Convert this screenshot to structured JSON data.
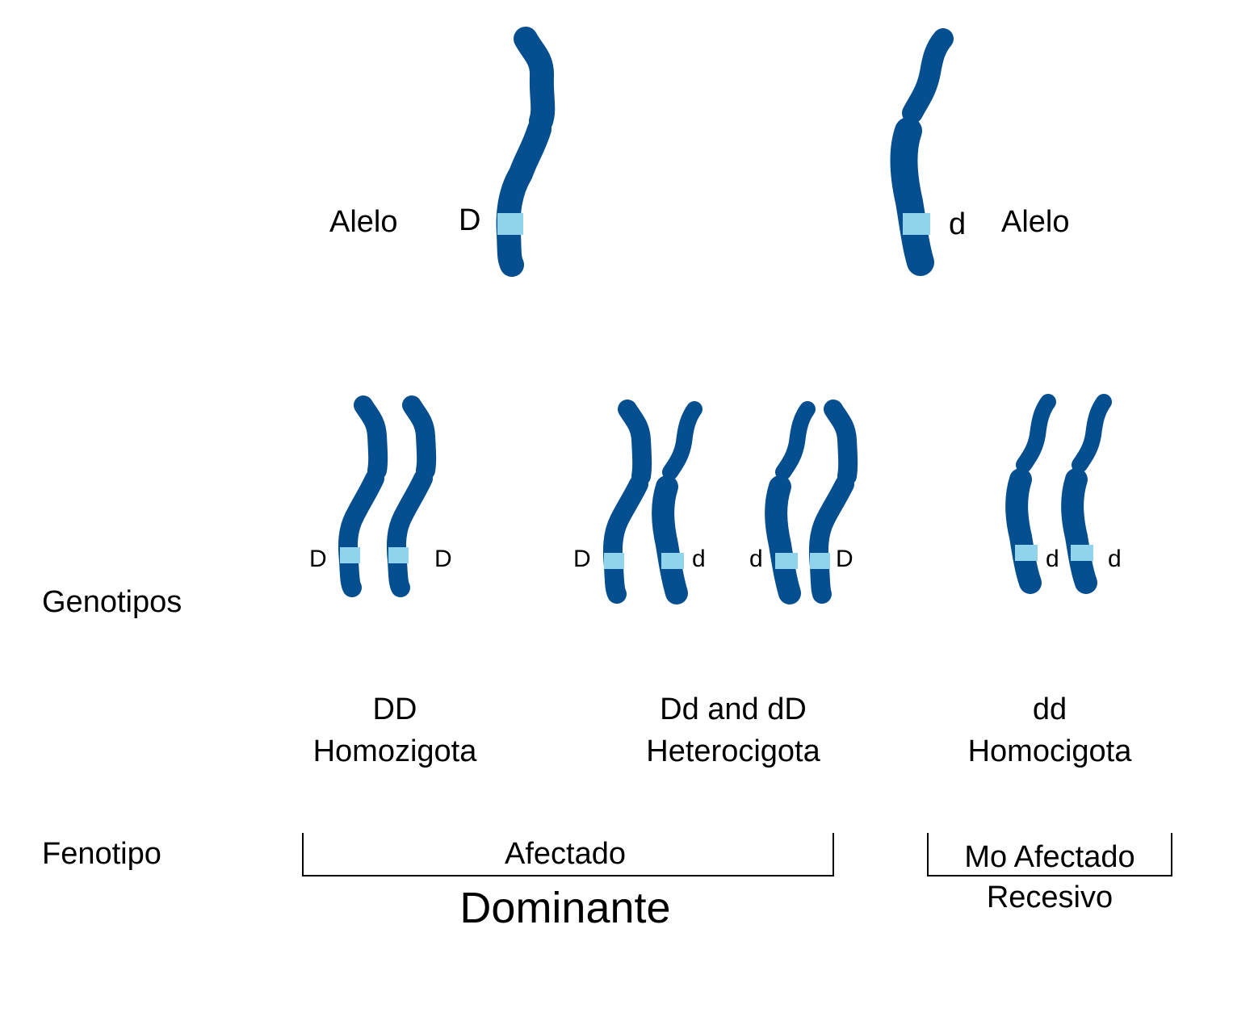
{
  "colors": {
    "chromosome": "#054f91",
    "band": "#8fd4ec",
    "bracket": "#000000"
  },
  "top": {
    "left_allele_word": "Alelo",
    "left_allele_symbol": "D",
    "right_allele_symbol": "d",
    "right_allele_word": "Alelo"
  },
  "genotipos_label": "Genotipos",
  "fenotipo_label": "Fenotipo",
  "groups": [
    {
      "alleles": [
        "D",
        "D"
      ],
      "genotype": "DD",
      "type": "Homozigota"
    },
    {
      "alleles": [
        "D",
        "d",
        "d",
        "D"
      ],
      "genotype": "Dd and dD",
      "type": "Heterocigota"
    },
    {
      "alleles": [
        "d",
        "d"
      ],
      "genotype": "dd",
      "type": "Homocigota"
    }
  ],
  "phenotypes": {
    "affected": "Afectado",
    "not_affected": "Mo Afectado",
    "dominant": "Dominante",
    "recessive": "Recesivo"
  }
}
